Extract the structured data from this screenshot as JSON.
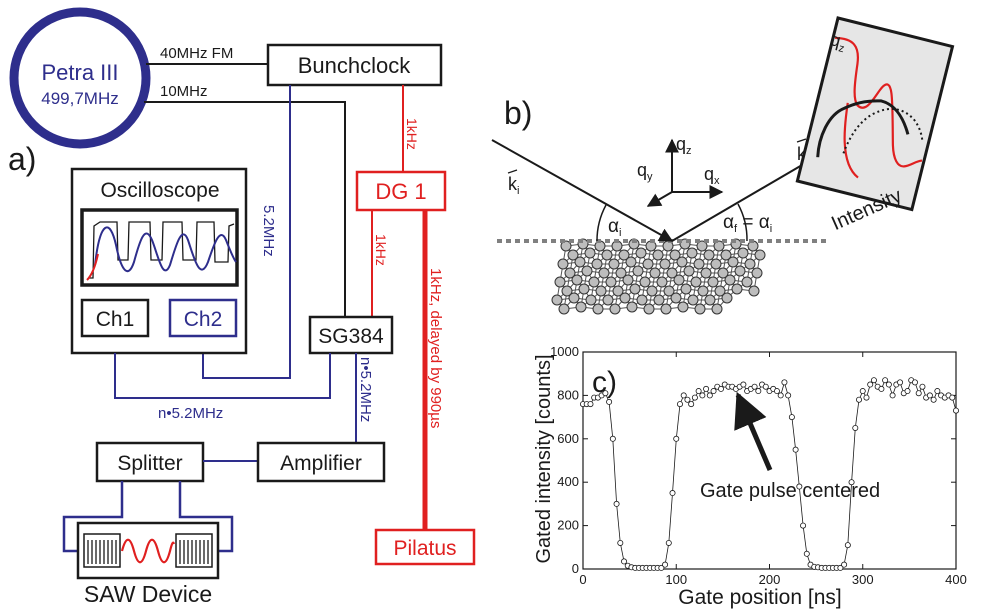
{
  "colors": {
    "black": "#1a1a1a",
    "blue": "#2e2e8c",
    "red": "#e02020",
    "gray": "#808080",
    "panel_bg": "#e6e6e6"
  },
  "panel_a": {
    "label": "a)",
    "petra": {
      "name": "Petra III",
      "freq": "499,7MHz"
    },
    "bunchclock": "Bunchclock",
    "dg1": "DG 1",
    "sg384": "SG384",
    "oscilloscope": "Oscilloscope",
    "ch1": "Ch1",
    "ch2": "Ch2",
    "splitter": "Splitter",
    "amplifier": "Amplifier",
    "pilatus": "Pilatus",
    "saw_device": "SAW Device",
    "signals": {
      "fm40": "40MHz FM",
      "mhz10": "10MHz",
      "mhz52": "5.2MHz",
      "n52_h": "n•5.2MHz",
      "n52_v": "n•5.2MHz",
      "khz1_a": "1kHz",
      "khz1_b": "1kHz",
      "delayed": "1kHz, delayed by 990µs"
    }
  },
  "panel_b": {
    "label": "b)",
    "ki": "k",
    "ki_sub": "i",
    "kf": "k",
    "kf_sub": "f",
    "qz": "q",
    "qz_sub": "z",
    "qy": "q",
    "qy_sub": "y",
    "qx": "q",
    "qx_sub": "x",
    "alpha_i": "α",
    "alpha_i_sub": "i",
    "alpha_eq": "α",
    "alpha_eq_mid": " = α",
    "alpha_eq_sub1": "f",
    "alpha_eq_sub2": "i",
    "detector_qz": "q",
    "detector_qz_sub": "z",
    "intensity": "Intensity"
  },
  "panel_c": {
    "label": "c)",
    "annotation": "Gate pulse centered"
  },
  "chart_data": {
    "type": "line",
    "title": "",
    "xlabel": "Gate position [ns]",
    "ylabel": "Gated intensity [counts]",
    "xlim": [
      0,
      400
    ],
    "ylim": [
      0,
      1000
    ],
    "xticks": [
      0,
      100,
      200,
      300,
      400
    ],
    "yticks": [
      0,
      200,
      400,
      600,
      800,
      1000
    ],
    "grid": false,
    "series": [
      {
        "name": "",
        "x": [
          0,
          4,
          8,
          12,
          16,
          20,
          24,
          28,
          32,
          36,
          40,
          44,
          48,
          52,
          56,
          60,
          64,
          68,
          72,
          76,
          80,
          84,
          88,
          92,
          96,
          100,
          104,
          108,
          112,
          116,
          120,
          124,
          128,
          132,
          136,
          140,
          144,
          148,
          152,
          156,
          160,
          164,
          168,
          172,
          176,
          180,
          184,
          188,
          192,
          196,
          200,
          204,
          208,
          212,
          216,
          220,
          224,
          228,
          232,
          236,
          240,
          244,
          248,
          252,
          256,
          260,
          264,
          268,
          272,
          276,
          280,
          284,
          288,
          292,
          296,
          300,
          304,
          308,
          312,
          316,
          320,
          324,
          328,
          332,
          336,
          340,
          344,
          348,
          352,
          356,
          360,
          364,
          368,
          372,
          376,
          380,
          384,
          388,
          392,
          396,
          400
        ],
        "y": [
          760,
          760,
          760,
          790,
          790,
          800,
          810,
          770,
          600,
          300,
          120,
          35,
          15,
          8,
          5,
          5,
          5,
          5,
          5,
          5,
          5,
          5,
          20,
          120,
          350,
          600,
          760,
          800,
          780,
          760,
          790,
          820,
          800,
          830,
          800,
          820,
          840,
          830,
          850,
          840,
          840,
          830,
          840,
          850,
          820,
          830,
          840,
          820,
          850,
          840,
          820,
          830,
          820,
          800,
          860,
          800,
          700,
          550,
          380,
          200,
          70,
          20,
          10,
          8,
          5,
          5,
          5,
          5,
          5,
          5,
          20,
          110,
          400,
          650,
          780,
          820,
          790,
          850,
          870,
          840,
          830,
          870,
          850,
          800,
          850,
          860,
          810,
          820,
          870,
          860,
          810,
          840,
          790,
          800,
          780,
          820,
          800,
          790,
          800,
          790,
          730
        ]
      }
    ]
  }
}
